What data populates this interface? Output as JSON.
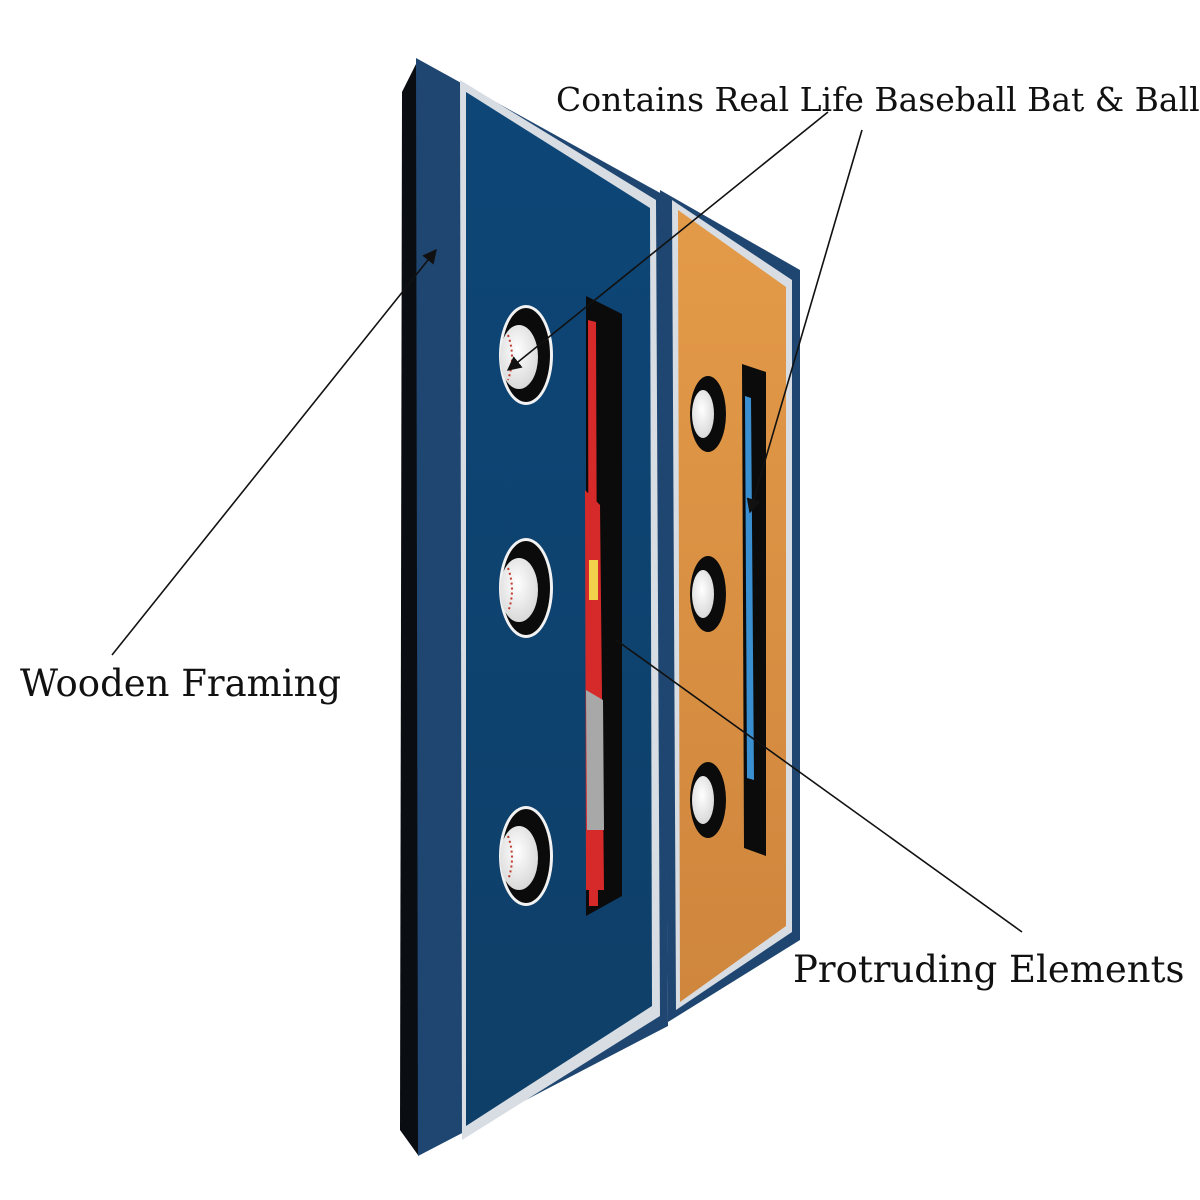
{
  "labels": {
    "contains": "Contains Real Life Baseball Bat & Ball",
    "wooden_framing": "Wooden Framing",
    "protruding": "Protruding Elements"
  },
  "colors": {
    "background": "#ffffff",
    "frame_navy": "#1f4670",
    "frame_navy_dark": "#163556",
    "frame_shadow": "#0a0d12",
    "mat_blue": "#0f4a78",
    "mat_orange": "#dd9142",
    "inner_trim": "#d8dde3",
    "bat_red": "#d62a2a",
    "bat_blue": "#3a8fd0",
    "ball_white": "#f4f4f4",
    "stitch_red": "#c0392b",
    "opening_black": "#0b0b0b",
    "annotation_line": "#111111"
  }
}
